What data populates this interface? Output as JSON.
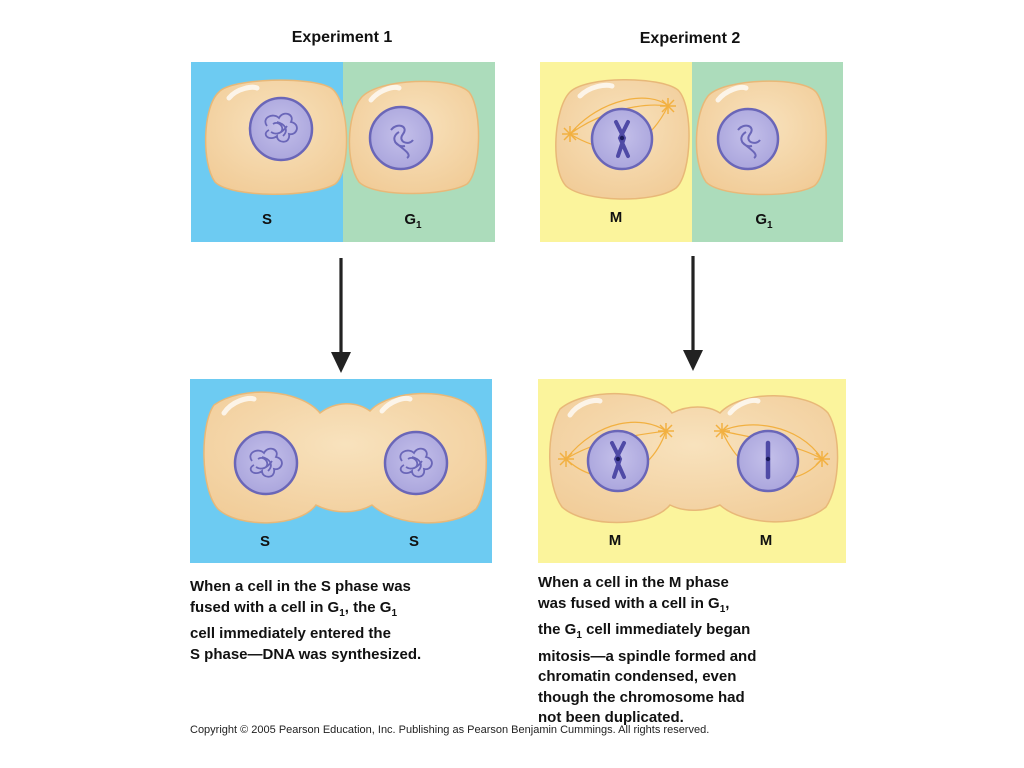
{
  "experiment1": {
    "title": "Experiment 1",
    "before": {
      "left_label": "S",
      "right_label_main": "G",
      "right_label_sub": "1"
    },
    "after": {
      "left_label": "S",
      "right_label": "S"
    },
    "caption": {
      "line1": "When a cell in the S phase was",
      "line2_a": "fused with a cell in G",
      "line2_sub": "1",
      "line2_b": ", the G",
      "line2_sub2": "1",
      "line3": "cell immediately entered the",
      "line4": "S phase—DNA was synthesized."
    }
  },
  "experiment2": {
    "title": "Experiment 2",
    "before": {
      "left_label": "M",
      "right_label_main": "G",
      "right_label_sub": "1"
    },
    "after": {
      "left_label": "M",
      "right_label": "M"
    },
    "caption": {
      "line1": "When a cell in the M phase",
      "line2_a": "was fused with a cell in G",
      "line2_sub": "1",
      "line2_b": ",",
      "line3_a": "the G",
      "line3_sub": "1",
      "line3_b": " cell immediately began",
      "line4": "mitosis—a spindle formed and",
      "line5": "chromatin condensed, even",
      "line6": "though the chromosome had",
      "line7": "not been duplicated."
    }
  },
  "copyright": "Copyright ©  2005 Pearson Education, Inc. Publishing as Pearson Benjamin Cummings. All rights reserved.",
  "colors": {
    "s_phase_bg": "#6dcbf2",
    "g1_phase_bg": "#acdcbb",
    "m_phase_bg": "#fbf49c",
    "cell_fill": "#f6d8a8",
    "cell_stroke": "#e8b878",
    "nucleus_fill": "#b4b0e0",
    "nucleus_stroke": "#6a66b8",
    "spindle": "#f2b040"
  }
}
